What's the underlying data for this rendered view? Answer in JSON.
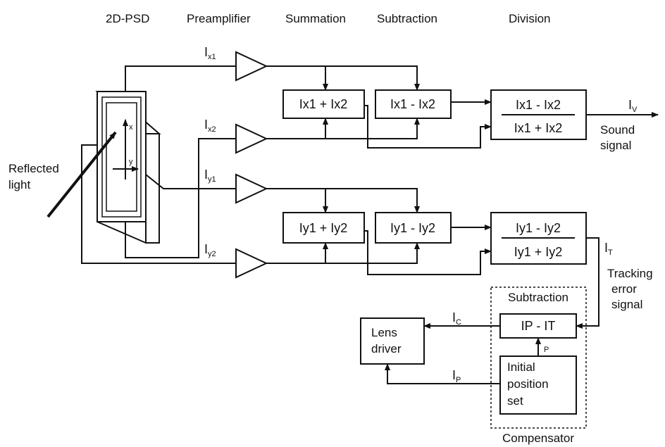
{
  "headers": {
    "psd": "2D-PSD",
    "preamp": "Preamplifier",
    "summation": "Summation",
    "subtraction": "Subtraction",
    "division": "Division"
  },
  "inputs": {
    "reflected_line1": "Reflected",
    "reflected_line2": "light",
    "axis_x": "x",
    "axis_y": "y"
  },
  "signals": {
    "ix1": "I",
    "ix1_sub": "x1",
    "ix2": "I",
    "ix2_sub": "x2",
    "iy1": "I",
    "iy1_sub": "y1",
    "iy2": "I",
    "iy2_sub": "y2"
  },
  "blocks": {
    "sum_x": "Ix1 + Ix2",
    "sub_x": "Ix1 - Ix2",
    "div_x_num": "Ix1 - Ix2",
    "div_x_den": "Ix1 + Ix2",
    "sum_y": "Iy1 + Iy2",
    "sub_y": "Iy1 - Iy2",
    "div_y_num": "Iy1 - Iy2",
    "div_y_den": "Iy1 + Iy2"
  },
  "outputs": {
    "iv": "I",
    "iv_sub": "V",
    "sound_line1": "Sound",
    "sound_line2": "signal",
    "it": "I",
    "it_sub": "T",
    "tracking_line1": "Tracking",
    "tracking_line2": "error",
    "tracking_line3": "signal"
  },
  "compensator": {
    "title": "Subtraction",
    "sub_block": "IP - IT",
    "p_label": "P",
    "initial_line1": "Initial",
    "initial_line2": "position",
    "initial_line3": "set",
    "label": "Compensator",
    "ic": "I",
    "ic_sub": "C",
    "ip": "I",
    "ip_sub": "P"
  },
  "lens": {
    "line1": "Lens",
    "line2": "driver"
  }
}
